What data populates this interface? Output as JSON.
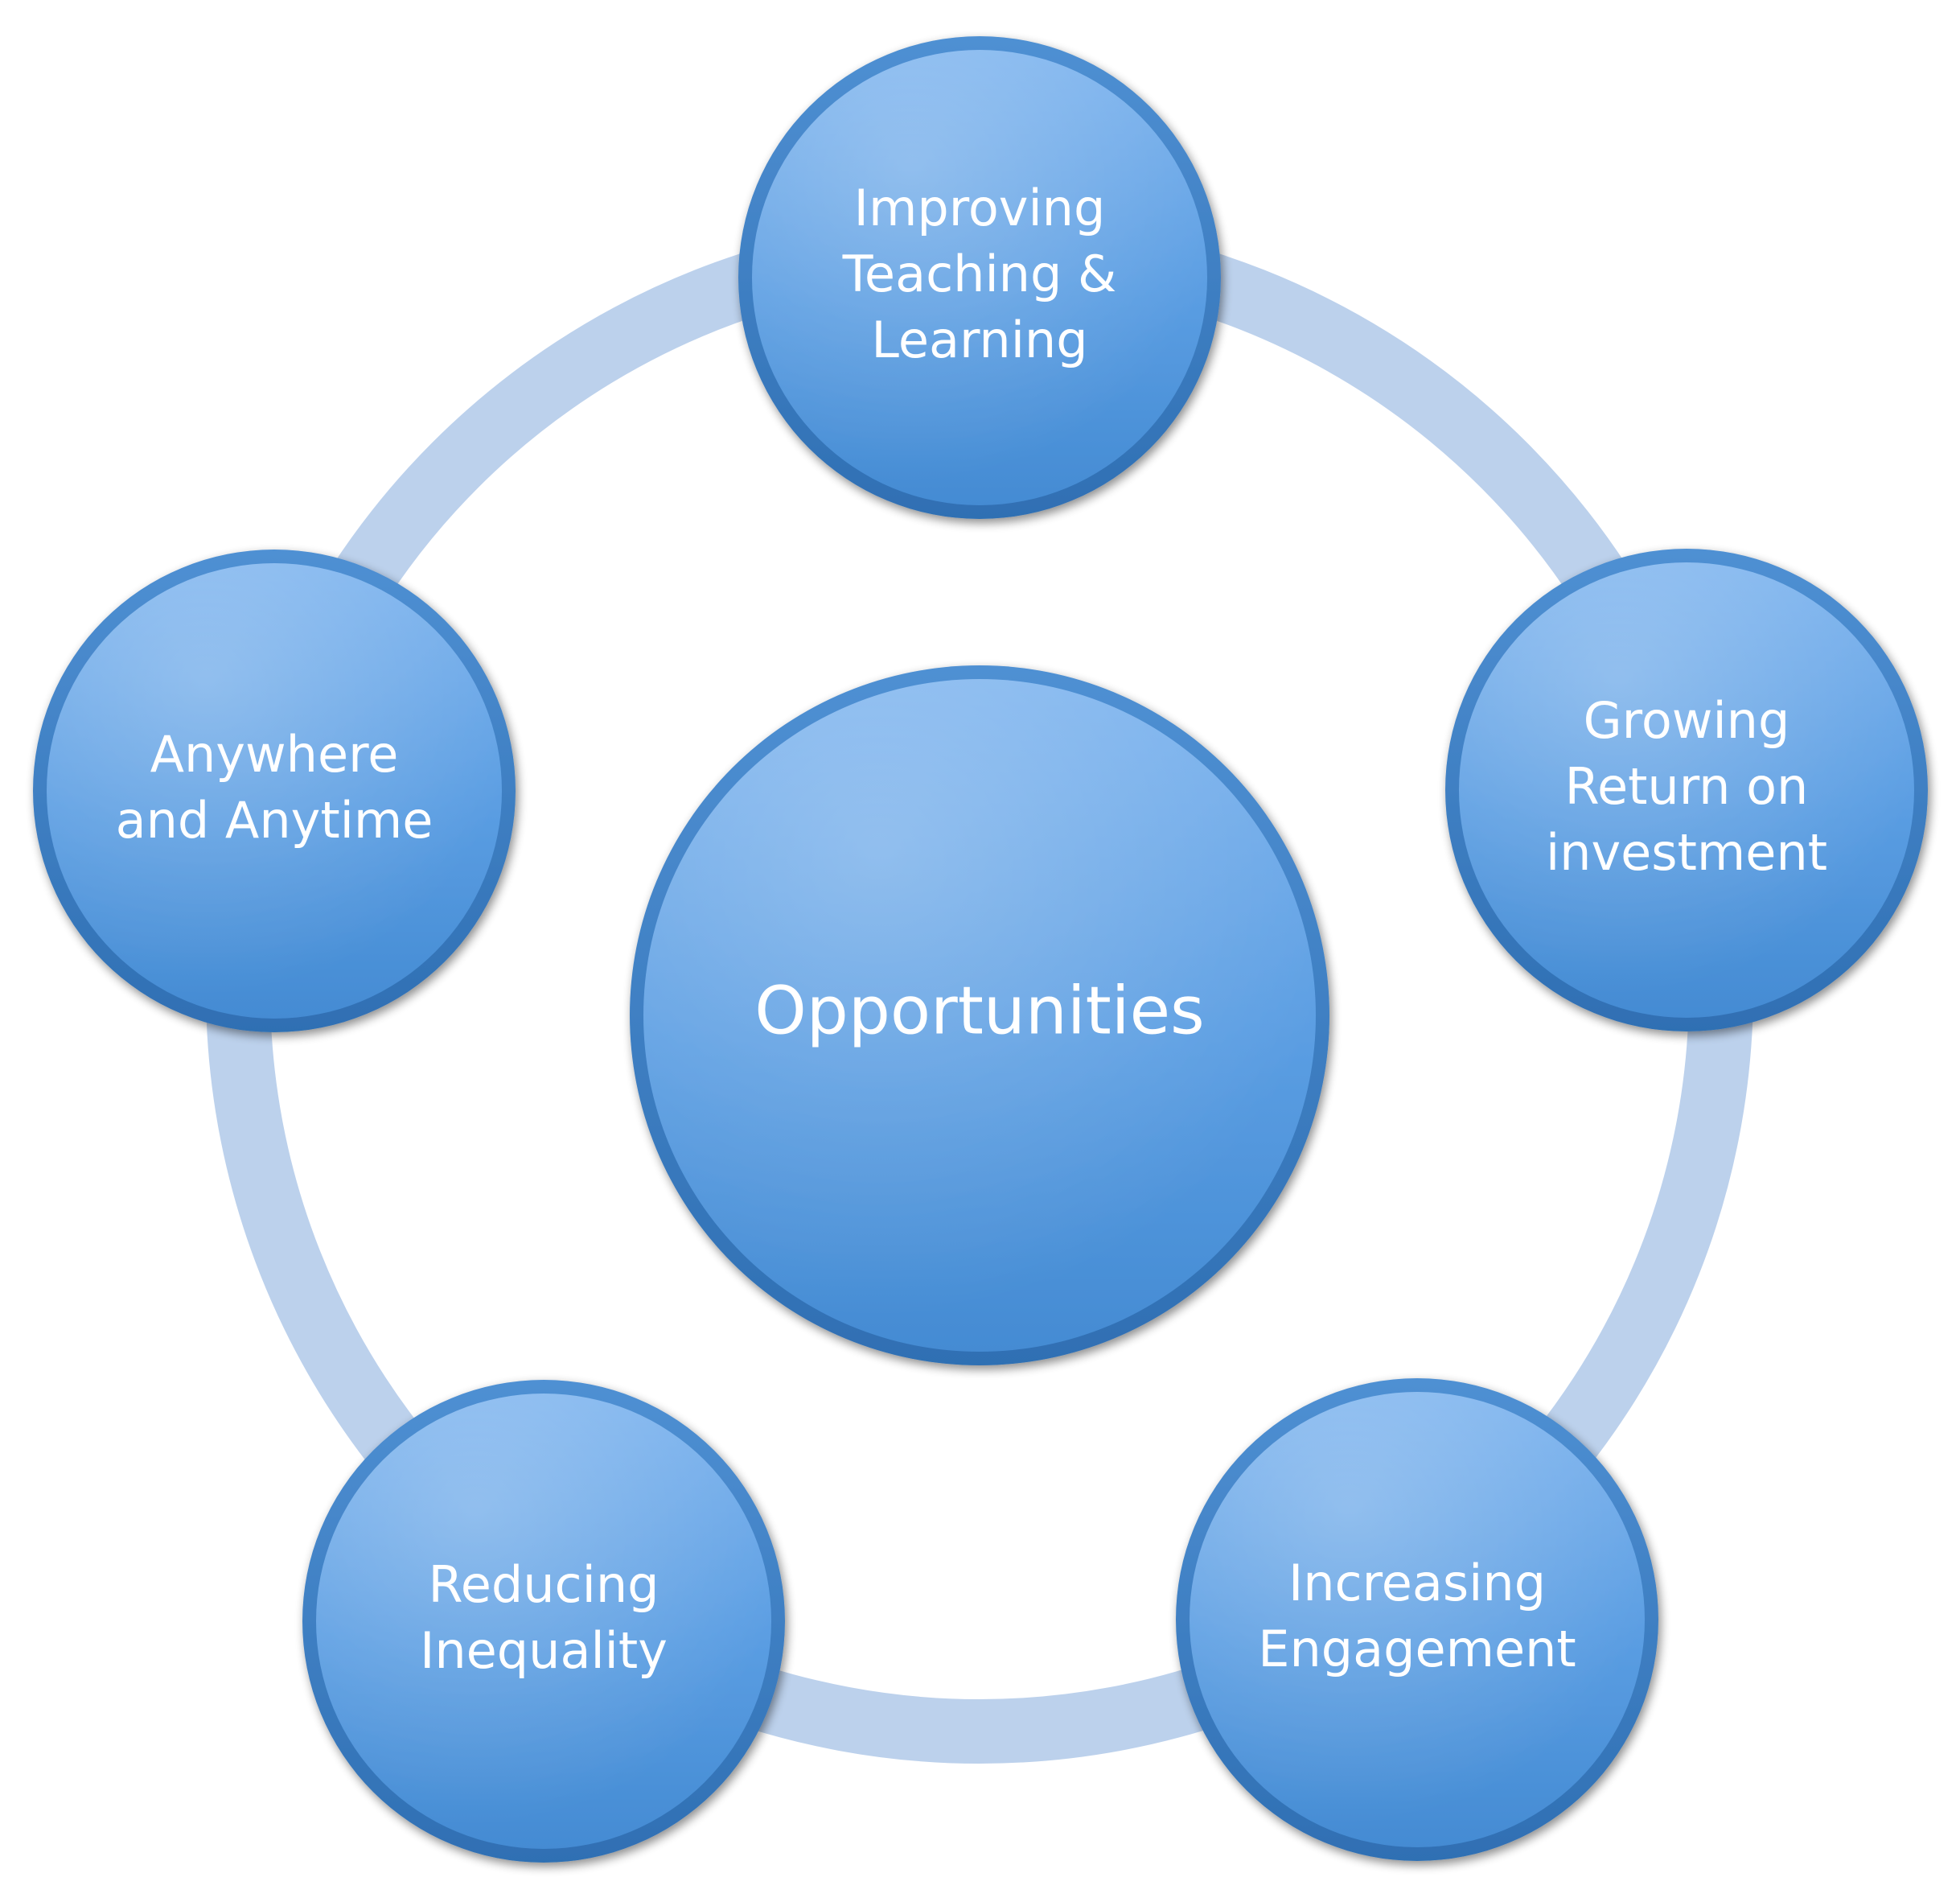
{
  "center": {
    "label": "Opportunities"
  },
  "nodes": [
    {
      "id": "improving-teaching-learning",
      "lines": [
        "Improving",
        "Teaching &",
        "Learning"
      ]
    },
    {
      "id": "growing-return-on-investment",
      "lines": [
        "Growing",
        "Return on",
        "investment"
      ]
    },
    {
      "id": "increasing-engagement",
      "lines": [
        "Increasing",
        "Engagement"
      ]
    },
    {
      "id": "reducing-inequality",
      "lines": [
        "Reducing",
        "Inequality"
      ]
    },
    {
      "id": "anywhere-and-anytime",
      "lines": [
        "Anywhere",
        "and Anytime"
      ]
    }
  ],
  "colors": {
    "ring": "#bcd1ec",
    "circle_top": "#74acec",
    "circle_bottom": "#4a8fd6",
    "rim": "#3d7fc3",
    "text": "#ffffff"
  }
}
